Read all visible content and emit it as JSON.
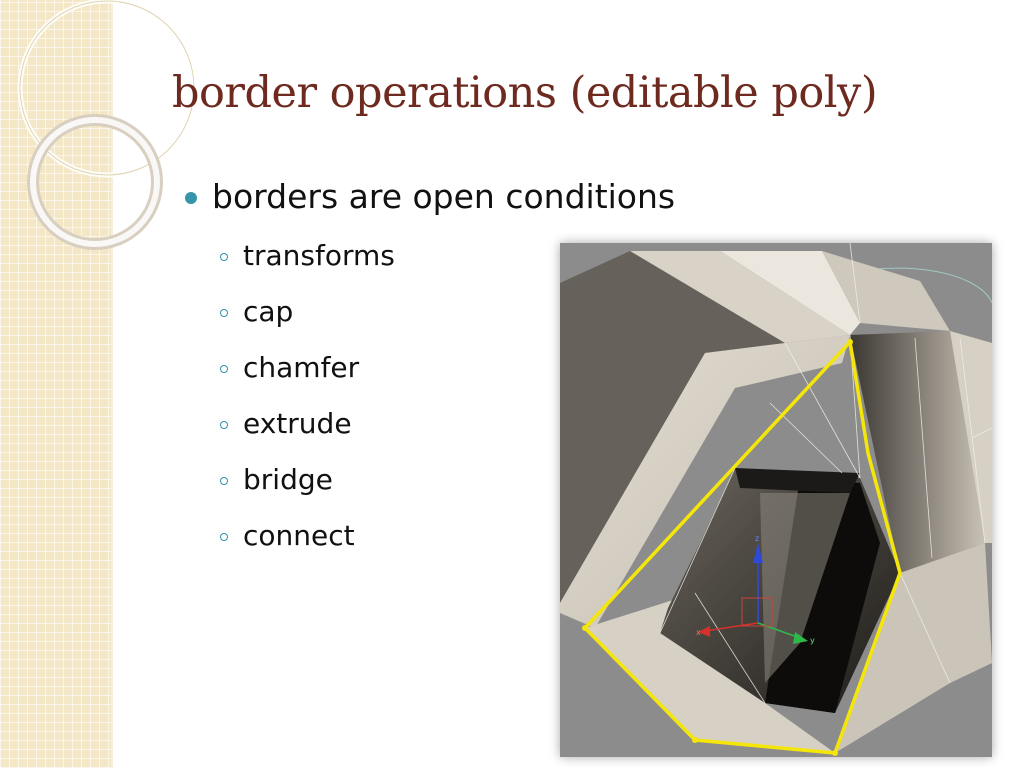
{
  "slide": {
    "title": "border operations (editable poly)",
    "bullet": "borders are open conditions",
    "sub_items": [
      "transforms",
      "cap",
      "chamfer",
      "extrude",
      "bridge",
      "connect"
    ]
  },
  "colors": {
    "title": "#6e2a1f",
    "bullet_accent": "#3795aa",
    "side_band": "#f3e7c6",
    "border_highlight": "#f5e60a"
  },
  "viewport": {
    "gizmo_labels": {
      "x": "x",
      "y": "y",
      "z": "z"
    }
  }
}
